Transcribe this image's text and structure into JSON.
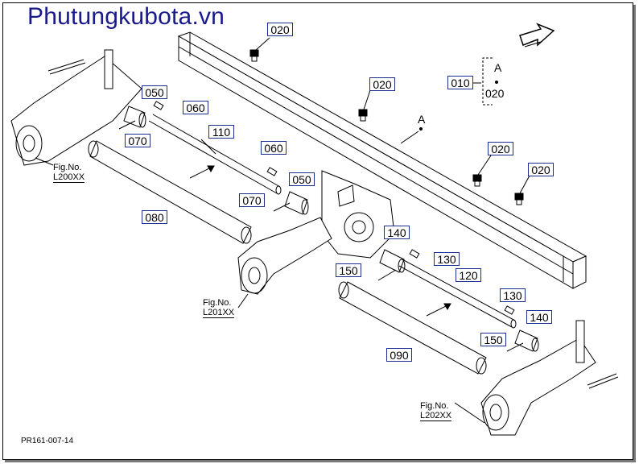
{
  "watermark": "Phutungkubota.vn",
  "footer_code": "PR161-007-14",
  "reference_label": "A",
  "callouts": {
    "c020_top": "020",
    "c020_mid": "020",
    "c020_right1": "020",
    "c020_right2": "020",
    "c010": "010",
    "c050_upper": "050",
    "c060_upper": "060",
    "c110": "110",
    "c070_upper": "070",
    "c060_mid": "060",
    "c050_mid": "050",
    "c070_mid": "070",
    "c080": "080",
    "c140_mid": "140",
    "c130_mid": "130",
    "c150_mid": "150",
    "c120": "120",
    "c130_right": "130",
    "c140_right": "140",
    "c150_right": "150",
    "c090": "090"
  },
  "legend": {
    "letter": "A",
    "code": "020"
  },
  "figures": {
    "fig1": {
      "label": "Fig.No.",
      "code": "L200XX"
    },
    "fig2": {
      "label": "Fig.No.",
      "code": "L201XX"
    },
    "fig3": {
      "label": "Fig.No.",
      "code": "L202XX"
    }
  }
}
